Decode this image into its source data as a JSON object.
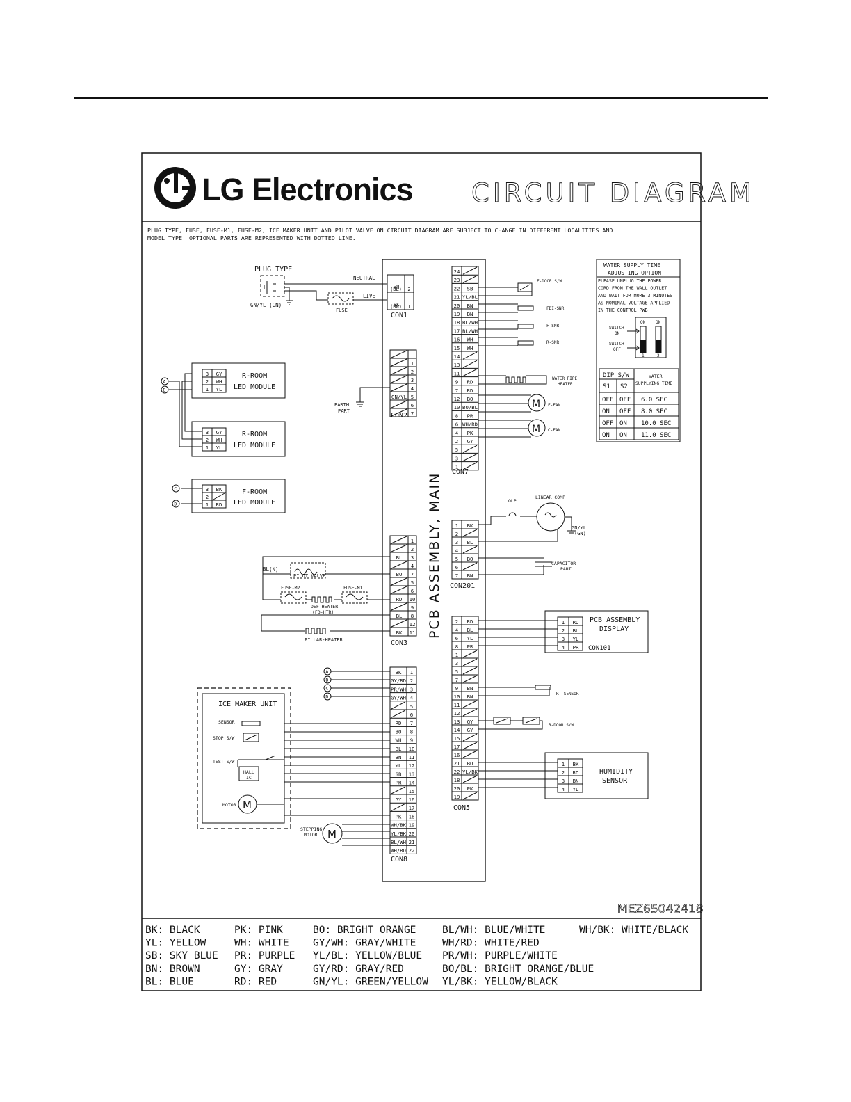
{
  "header": {
    "brand": "LG Electronics",
    "title": "CIRCUIT DIAGRAM"
  },
  "notice": {
    "line1": "PLUG TYPE, FUSE, FUSE-M1, FUSE-M2, ICE MAKER UNIT AND  PILOT VALVE ON CIRCUIT DIAGRAM ARE SUBJECT TO CHANGE IN DIFFERENT LOCALITIES AND",
    "line2": "MODEL TYPE. OPTIONAL PARTS ARE REPRESENTED WITH DOTTED LINE."
  },
  "labels": {
    "plug_type": "PLUG TYPE",
    "gn_yl": "GN/YL (GN)",
    "neutral": "NEUTRAL",
    "live": "LIVE",
    "fuse": "FUSE",
    "con1": "CON1",
    "con2": "CON2",
    "con3": "CON3",
    "con7": "CON7",
    "con8": "CON8",
    "con5": "CON5",
    "con201": "CON201",
    "con101": "CON101",
    "earth1": "EARTH",
    "earth2": "PART",
    "pcb_main": "PCB ASSEMBLY, MAIN",
    "r_room1": "R-ROOM",
    "led_module": "LED MODULE",
    "f_room": "F-ROOM",
    "bl_n": "BL(N)",
    "pilot_valve": "PILOT VALVE",
    "fuse_m2": "FUSE-M2",
    "fuse_m1": "FUSE-M1",
    "def_heater1": "DEF-HEATER",
    "def_heater2": "(FD-HTR)",
    "pillar_heater": "PILLAR-HEATER",
    "ice_maker": "ICE MAKER UNIT",
    "sensor": "SENSOR",
    "stop_sw": "STOP S/W",
    "test_sw": "TEST S/W",
    "hall": "HALL",
    "ic": "IC",
    "motor": "MOTOR",
    "stepping1": "STEPPING",
    "stepping2": "MOTOR",
    "f_door": "F-DOOR S/W",
    "fdi_snr": "FDI-SNR",
    "f_snr": "F-SNR",
    "r_snr": "R-SNR",
    "water_pipe1": "WATER PIPE",
    "water_pipe2": "HEATER",
    "f_fan": "F-FAN",
    "c_fan": "C-FAN",
    "olp": "OLP",
    "linear_comp": "LINEAR COMP",
    "gn_yl_gn1": "GN/YL",
    "gn_yl_gn2": "(GN)",
    "capacitor1": "CAPACITOR",
    "capacitor2": "PART",
    "pcb_display1": "PCB ASSEMBLY",
    "pcb_display2": "DISPLAY",
    "rt_sensor": "RT-SENSOR",
    "r_door": "R-DOOR S/W",
    "humidity1": "HUMIDITY",
    "humidity2": "SENSOR",
    "m": "M",
    "part_number": "MEZ65042418"
  },
  "water_option": {
    "title1": "WATER SUPPLY TIME",
    "title2": "ADJUSTING OPTION",
    "text": [
      "PLEASE UNPLUG THE POWER",
      "CORD FROM THE WALL OUTLET",
      "AND WAIT FOR MORE 3 MINUTES",
      "AS NOMINAL VOLTAGE APPLIED",
      "IN THE CONTROL PWB"
    ],
    "switch_on1": "SWITCH",
    "switch_on2": "ON",
    "switch_off1": "SWITCH",
    "switch_off2": "OFF",
    "on": "ON",
    "one": "1",
    "two": "2",
    "dip_header": "DIP S/W",
    "s1": "S1",
    "s2": "S2",
    "water_header1": "WATER",
    "water_header2": "SUPPLYING TIME",
    "rows": [
      [
        "OFF",
        "OFF",
        "6.0 SEC"
      ],
      [
        "ON",
        "OFF",
        "8.0 SEC"
      ],
      [
        "OFF",
        "ON",
        "10.0 SEC"
      ],
      [
        "ON",
        "ON",
        "11.0 SEC"
      ]
    ]
  },
  "legend": [
    [
      "BK: BLACK",
      "PK: PINK",
      "BO: BRIGHT ORANGE",
      "BL/WH: BLUE/WHITE",
      "WH/BK: WHITE/BLACK"
    ],
    [
      "YL: YELLOW",
      "WH: WHITE",
      "GY/WH: GRAY/WHITE",
      "WH/RD: WHITE/RED",
      ""
    ],
    [
      "SB: SKY BLUE",
      "PR: PURPLE",
      "YL/BL: YELLOW/BLUE",
      "PR/WH: PURPLE/WHITE",
      ""
    ],
    [
      "BN: BROWN",
      "GY: GRAY",
      "GY/RD: GRAY/RED",
      "BO/BL: BRIGHT ORANGE/BLUE",
      ""
    ],
    [
      "BL: BLUE",
      "RD: RED",
      "GN/YL: GREEN/YELLOW",
      "YL/BK: YELLOW/BLACK",
      ""
    ]
  ],
  "connectors": {
    "con1": [
      [
        "(BL)",
        "WH",
        "2"
      ],
      [
        "(BN)",
        "BK",
        "1"
      ]
    ],
    "con7": [
      [
        "24",
        ""
      ],
      [
        "23",
        ""
      ],
      [
        "22",
        "SB"
      ],
      [
        "21",
        "YL/BL"
      ],
      [
        "20",
        "BN"
      ],
      [
        "19",
        "BN"
      ],
      [
        "18",
        "BL/WH"
      ],
      [
        "17",
        "BL/WH"
      ],
      [
        "16",
        "WH"
      ],
      [
        "15",
        "WH"
      ],
      [
        "14",
        ""
      ],
      [
        "13",
        ""
      ],
      [
        "11",
        ""
      ],
      [
        "9",
        "RD"
      ],
      [
        "7",
        "RD"
      ],
      [
        "12",
        "BO"
      ],
      [
        "10",
        "BO/BL"
      ],
      [
        "8",
        "PR"
      ],
      [
        "6",
        "WH/RD"
      ],
      [
        "4",
        "PK"
      ],
      [
        "2",
        "GY"
      ],
      [
        "5",
        ""
      ],
      [
        "3",
        ""
      ],
      [
        "1",
        ""
      ]
    ],
    "con2": [
      [
        "",
        ""
      ],
      [
        "",
        "1"
      ],
      [
        "",
        "2"
      ],
      [
        "",
        "3"
      ],
      [
        "",
        "4"
      ],
      [
        "GN/YL",
        "5"
      ],
      [
        "",
        "6"
      ],
      [
        "",
        "7"
      ]
    ],
    "con3": [
      [
        "",
        "1"
      ],
      [
        "",
        "2"
      ],
      [
        "BL",
        "3"
      ],
      [
        "",
        "4"
      ],
      [
        "BO",
        "7"
      ],
      [
        "",
        "5"
      ],
      [
        "",
        "6"
      ],
      [
        "RD",
        "10"
      ],
      [
        "",
        "9"
      ],
      [
        "BL",
        "8"
      ],
      [
        "",
        "12"
      ],
      [
        "BK",
        "11"
      ]
    ],
    "con8": [
      [
        "BK",
        "1"
      ],
      [
        "GY/RD",
        "2"
      ],
      [
        "PR/WH",
        "3"
      ],
      [
        "GY/WH",
        "4"
      ],
      [
        "",
        "5"
      ],
      [
        "",
        "6"
      ],
      [
        "RD",
        "7"
      ],
      [
        "BO",
        "8"
      ],
      [
        "WH",
        "9"
      ],
      [
        "BL",
        "10"
      ],
      [
        "BN",
        "11"
      ],
      [
        "YL",
        "12"
      ],
      [
        "SB",
        "13"
      ],
      [
        "PR",
        "14"
      ],
      [
        "",
        "15"
      ],
      [
        "GY",
        "16"
      ],
      [
        "",
        "17"
      ],
      [
        "PK",
        "18"
      ],
      [
        "WH/BK",
        "19"
      ],
      [
        "YL/BK",
        "20"
      ],
      [
        "BL/WH",
        "21"
      ],
      [
        "WH/RD",
        "22"
      ]
    ],
    "con201": [
      [
        "1",
        "BK"
      ],
      [
        "2",
        ""
      ],
      [
        "3",
        "BL"
      ],
      [
        "4",
        ""
      ],
      [
        "5",
        "BO"
      ],
      [
        "6",
        ""
      ],
      [
        "7",
        "BN"
      ]
    ],
    "con5": [
      [
        "2",
        "RD"
      ],
      [
        "4",
        "BL"
      ],
      [
        "6",
        "YL"
      ],
      [
        "8",
        "PR"
      ],
      [
        "1",
        ""
      ],
      [
        "3",
        ""
      ],
      [
        "5",
        ""
      ],
      [
        "7",
        ""
      ],
      [
        "9",
        "BN"
      ],
      [
        "10",
        "BN"
      ],
      [
        "11",
        ""
      ],
      [
        "12",
        ""
      ],
      [
        "13",
        "GY"
      ],
      [
        "14",
        "GY"
      ],
      [
        "15",
        ""
      ],
      [
        "17",
        ""
      ],
      [
        "16",
        ""
      ],
      [
        "21",
        "BO"
      ],
      [
        "22",
        "YL/BK"
      ],
      [
        "18",
        ""
      ],
      [
        "20",
        "PK"
      ],
      [
        "19",
        ""
      ]
    ],
    "con101": [
      [
        "1",
        "RD"
      ],
      [
        "2",
        "BL"
      ],
      [
        "3",
        "YL"
      ],
      [
        "4",
        "PR"
      ]
    ],
    "humidity": [
      [
        "1",
        "BK"
      ],
      [
        "2",
        "RD"
      ],
      [
        "3",
        "BN"
      ],
      [
        "4",
        "YL"
      ]
    ],
    "led1": [
      [
        "3",
        "GY"
      ],
      [
        "2",
        "WH"
      ],
      [
        "1",
        "YL"
      ]
    ],
    "led2": [
      [
        "3",
        "GY"
      ],
      [
        "2",
        "WH"
      ],
      [
        "1",
        "YL"
      ]
    ],
    "led3": [
      [
        "3",
        "BK"
      ],
      [
        "2",
        ""
      ],
      [
        "1",
        "RD"
      ]
    ]
  },
  "circles": [
    "A",
    "B",
    "C",
    "D"
  ]
}
